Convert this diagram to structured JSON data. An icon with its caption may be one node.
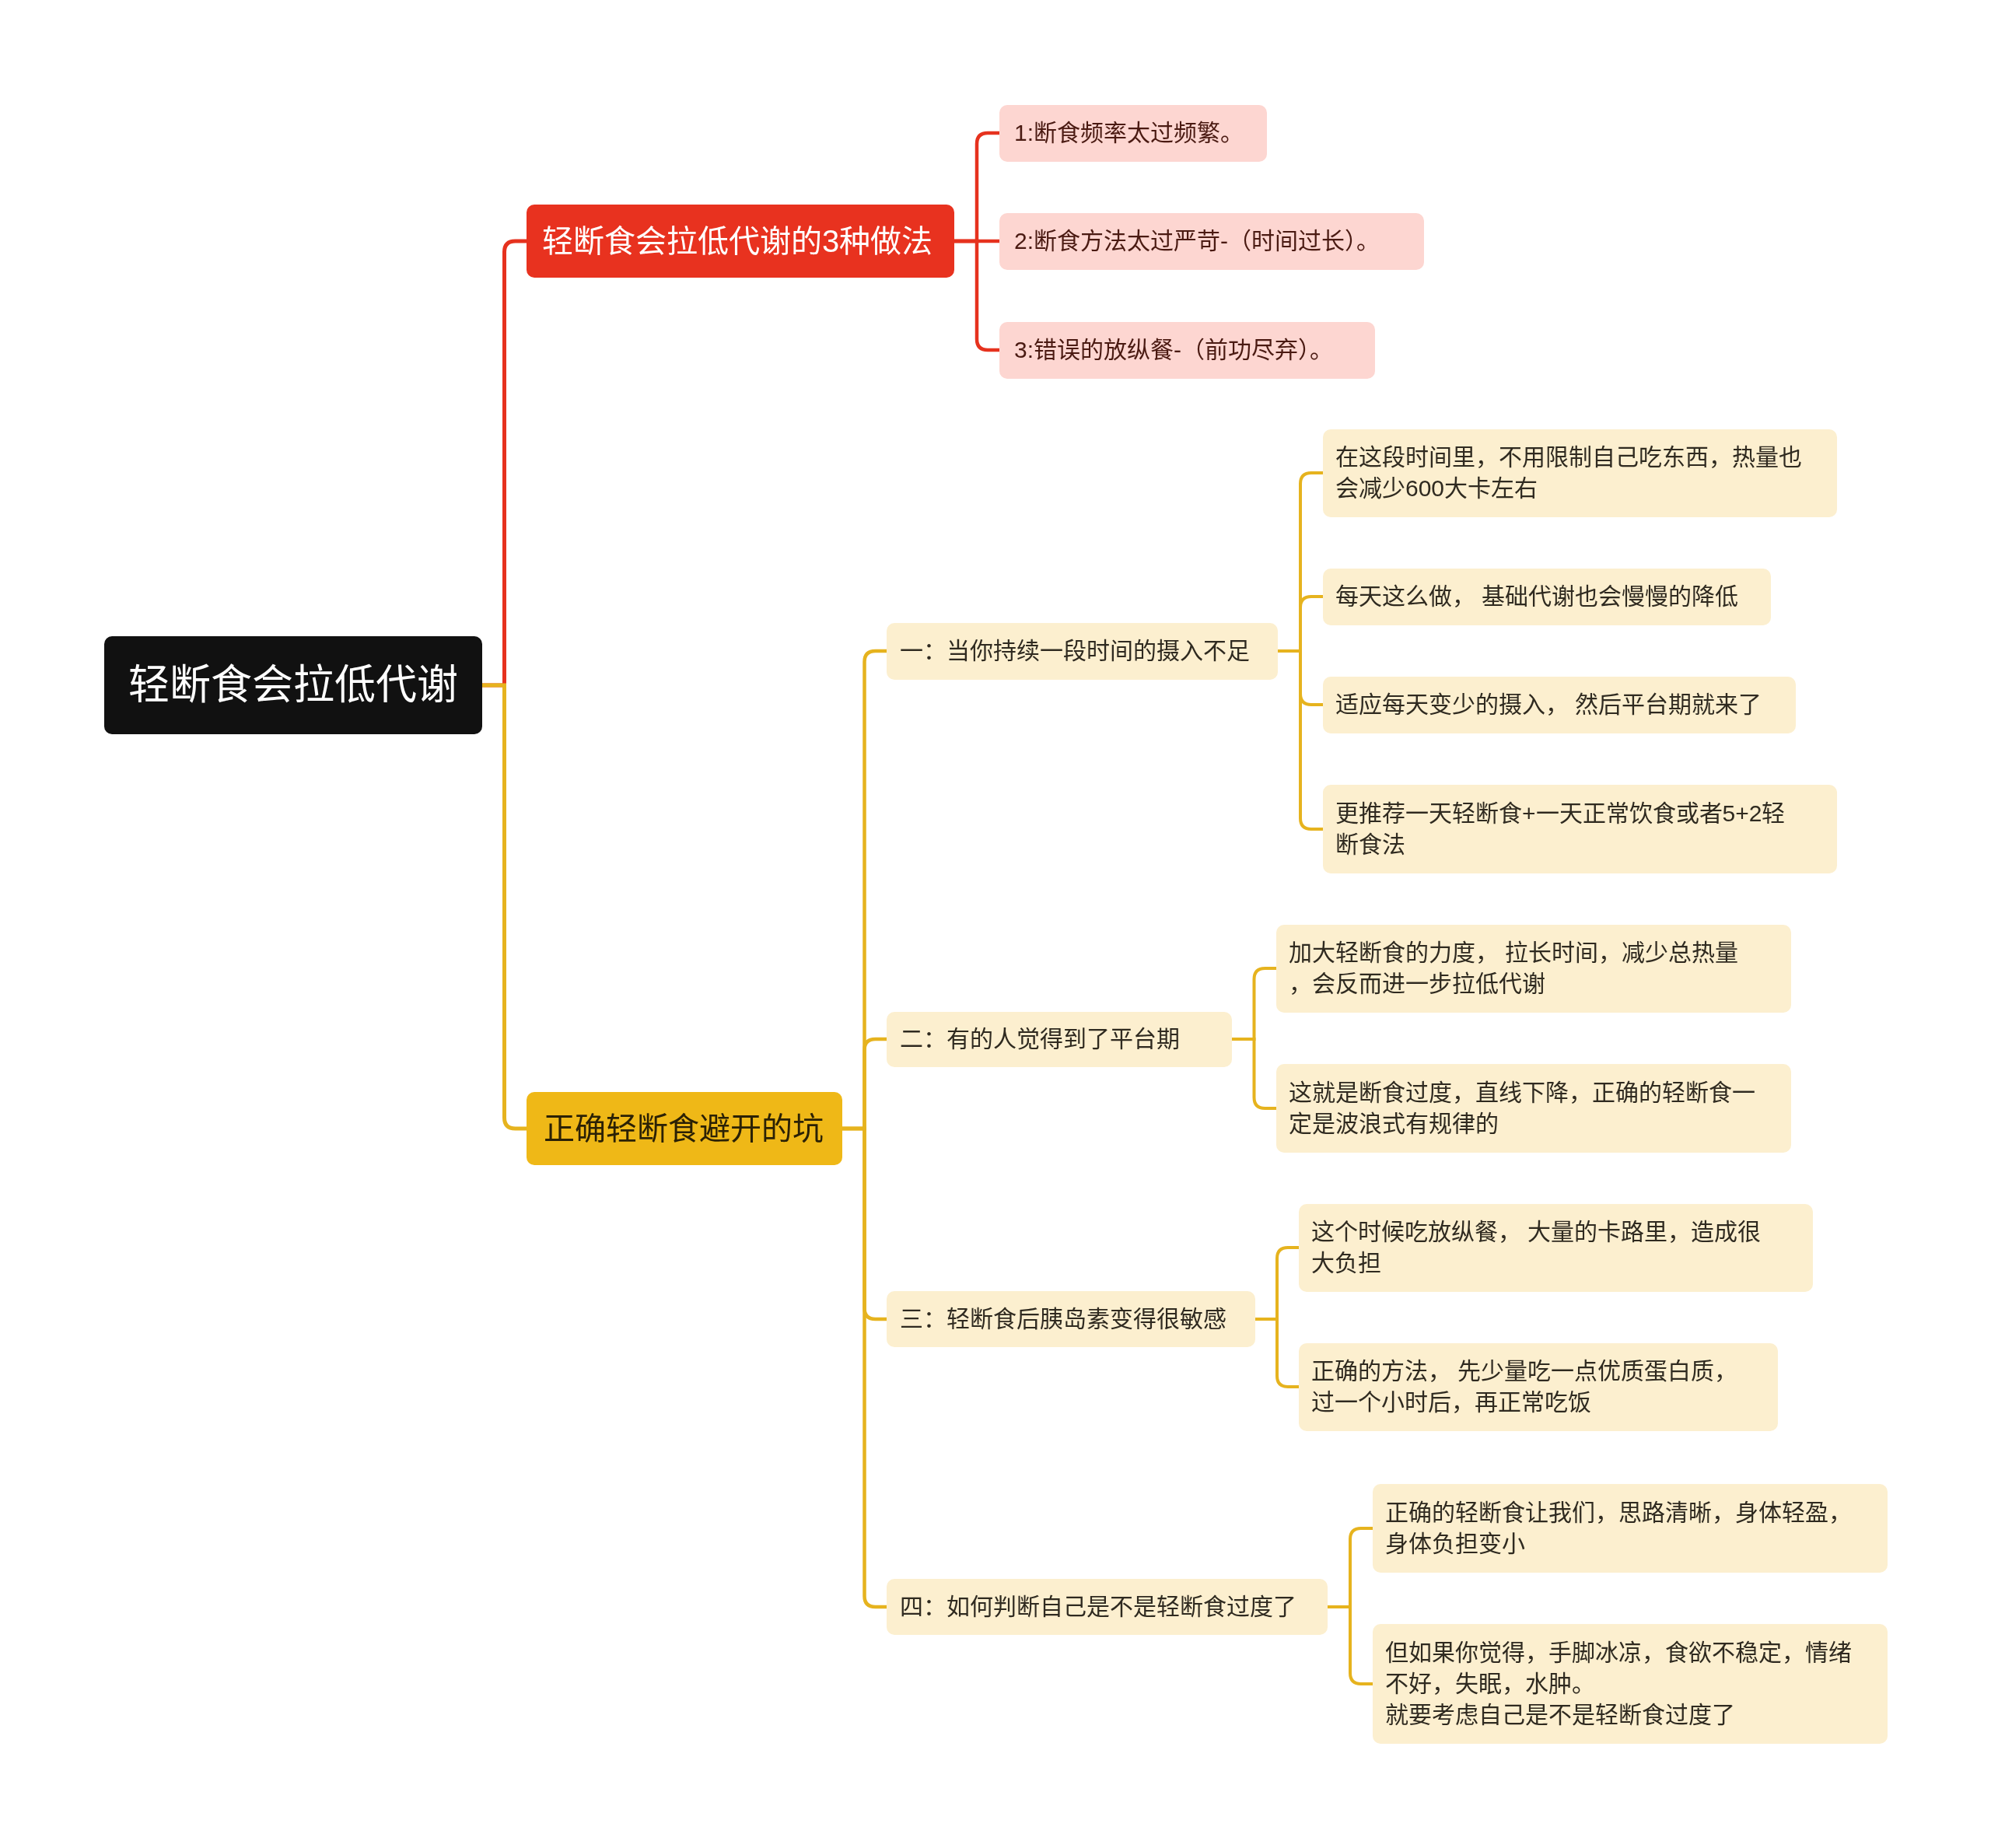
{
  "diagram": {
    "nodes": [
      {
        "text": [
          "轻断食会拉低代谢"
        ]
      },
      {
        "text": [
          "轻断食会拉低代谢的3种做法"
        ]
      },
      {
        "text": [
          "1:断食频率太过频繁。"
        ]
      },
      {
        "text": [
          "2:断食方法太过严苛-（时间过长）。"
        ]
      },
      {
        "text": [
          "3:错误的放纵餐-（前功尽弃）。"
        ]
      },
      {
        "text": [
          "正确轻断食避开的坑"
        ]
      },
      {
        "text": [
          "一：当你持续一段时间的摄入不足"
        ]
      },
      {
        "text": [
          "在这段时间里，不用限制自己吃东西，热量也会减少600大卡左右"
        ]
      },
      {
        "text": [
          "每天这么做， 基础代谢也会慢慢的降低"
        ]
      },
      {
        "text": [
          "适应每天变少的摄入， 然后平台期就来了"
        ]
      },
      {
        "text": [
          "更推荐一天轻断食+一天正常饮食或者5+2轻断食法"
        ]
      },
      {
        "text": [
          "二：有的人觉得到了平台期"
        ]
      },
      {
        "text": [
          "加大轻断食的力度， 拉长时间，减少总热量，会反而进一步拉低代谢"
        ]
      },
      {
        "text": [
          "这就是断食过度，直线下降，正确的轻断食一定是波浪式有规律的"
        ]
      },
      {
        "text": [
          "三：轻断食后胰岛素变得很敏感"
        ]
      },
      {
        "text": [
          "这个时候吃放纵餐， 大量的卡路里，造成很大负担"
        ]
      },
      {
        "text": [
          "正确的方法， 先少量吃一点优质蛋白质，过一个小时后，再正常吃饭"
        ]
      },
      {
        "text": [
          "四：如何判断自己是不是轻断食过度了"
        ]
      },
      {
        "text": [
          "正确的轻断食让我们，思路清晰，身体轻盈，身体负担变小"
        ]
      },
      {
        "text": [
          "但如果你觉得，手脚冰凉，食欲不稳定，情绪不好，失眠，水肿。",
          "就要考虑自己是不是轻断食过度了"
        ]
      }
    ],
    "edges": [
      {
        "from": 0,
        "to": 1,
        "arrow": "none",
        "color": "#e6321e"
      },
      {
        "from": 1,
        "to": 2,
        "arrow": "none",
        "color": "#e6321e"
      },
      {
        "from": 1,
        "to": 3,
        "arrow": "none",
        "color": "#e6321e"
      },
      {
        "from": 1,
        "to": 4,
        "arrow": "none",
        "color": "#e6321e"
      },
      {
        "from": 0,
        "to": 5,
        "arrow": "none"
      },
      {
        "from": 5,
        "to": 6,
        "arrow": "none"
      },
      {
        "from": 6,
        "to": 7,
        "arrow": "none"
      },
      {
        "from": 6,
        "to": 8,
        "arrow": "none"
      },
      {
        "from": 6,
        "to": 9,
        "arrow": "none"
      },
      {
        "from": 6,
        "to": 10,
        "arrow": "none"
      },
      {
        "from": 5,
        "to": 11,
        "arrow": "none"
      },
      {
        "from": 11,
        "to": 12,
        "arrow": "none"
      },
      {
        "from": 11,
        "to": 13,
        "arrow": "none"
      },
      {
        "from": 5,
        "to": 14,
        "arrow": "none"
      },
      {
        "from": 14,
        "to": 15,
        "arrow": "none"
      },
      {
        "from": 14,
        "to": 16,
        "arrow": "none"
      },
      {
        "from": 5,
        "to": 17,
        "arrow": "none"
      },
      {
        "from": 17,
        "to": 18,
        "arrow": "none"
      },
      {
        "from": 17,
        "to": 19,
        "arrow": "none"
      }
    ]
  }
}
